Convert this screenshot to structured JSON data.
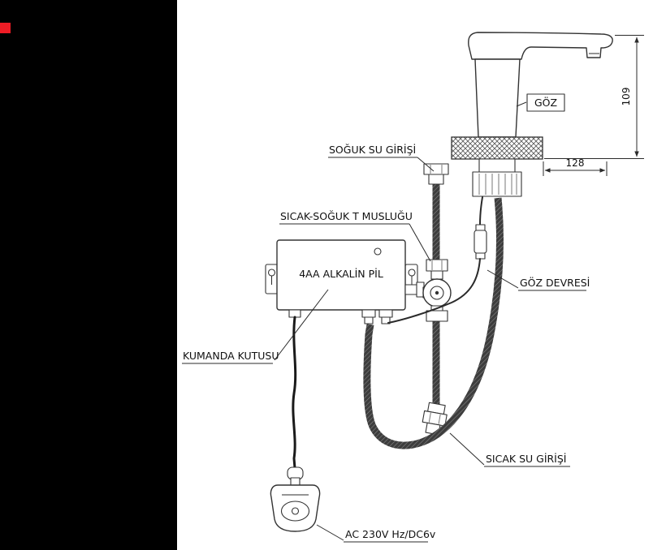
{
  "colors": {
    "background": "#ffffff",
    "left_band": "#000000",
    "marker": "#ee1c25",
    "line": "#333333",
    "text": "#111111"
  },
  "labels": {
    "sensor": "GÖZ",
    "sensor_circuit": "GÖZ DEVRESİ",
    "cold_inlet": "SOĞUK SU GİRİŞİ",
    "t_valve": "SICAK-SOĞUK T MUSLUĞU",
    "battery": "4AA ALKALİN PİL",
    "control_box": "KUMANDA KUTUSU",
    "hot_inlet": "SICAK SU GİRİŞİ",
    "power": "AC 230V Hz/DC6v"
  },
  "dimensions": {
    "spout_height": "109",
    "spout_reach": "128"
  }
}
